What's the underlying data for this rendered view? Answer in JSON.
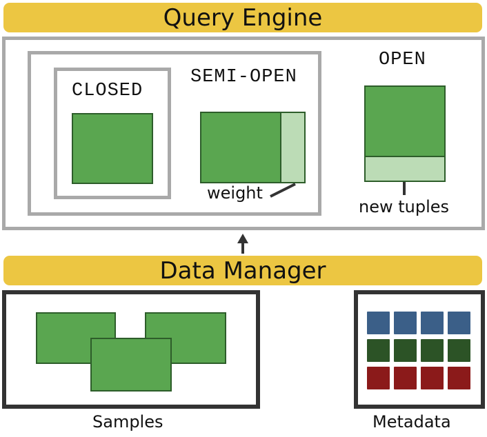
{
  "query_engine": {
    "title": "Query Engine",
    "closed_label": "CLOSED",
    "semi_open_label": "SEMI-OPEN",
    "open_label": "OPEN",
    "weight_label": "weight",
    "new_tuples_label": "new tuples"
  },
  "data_manager": {
    "title": "Data Manager",
    "samples_label": "Samples",
    "metadata_label": "Metadata",
    "metadata_rows": [
      {
        "color": "#3b5f88",
        "count": 4
      },
      {
        "color": "#2c5326",
        "count": 4
      },
      {
        "color": "#8b1a1a",
        "count": 4
      }
    ]
  },
  "colors": {
    "banner": "#ecc642",
    "block_green": "#5aa650",
    "block_light_green": "#bcdcb6",
    "block_border": "#2d5d2a"
  }
}
